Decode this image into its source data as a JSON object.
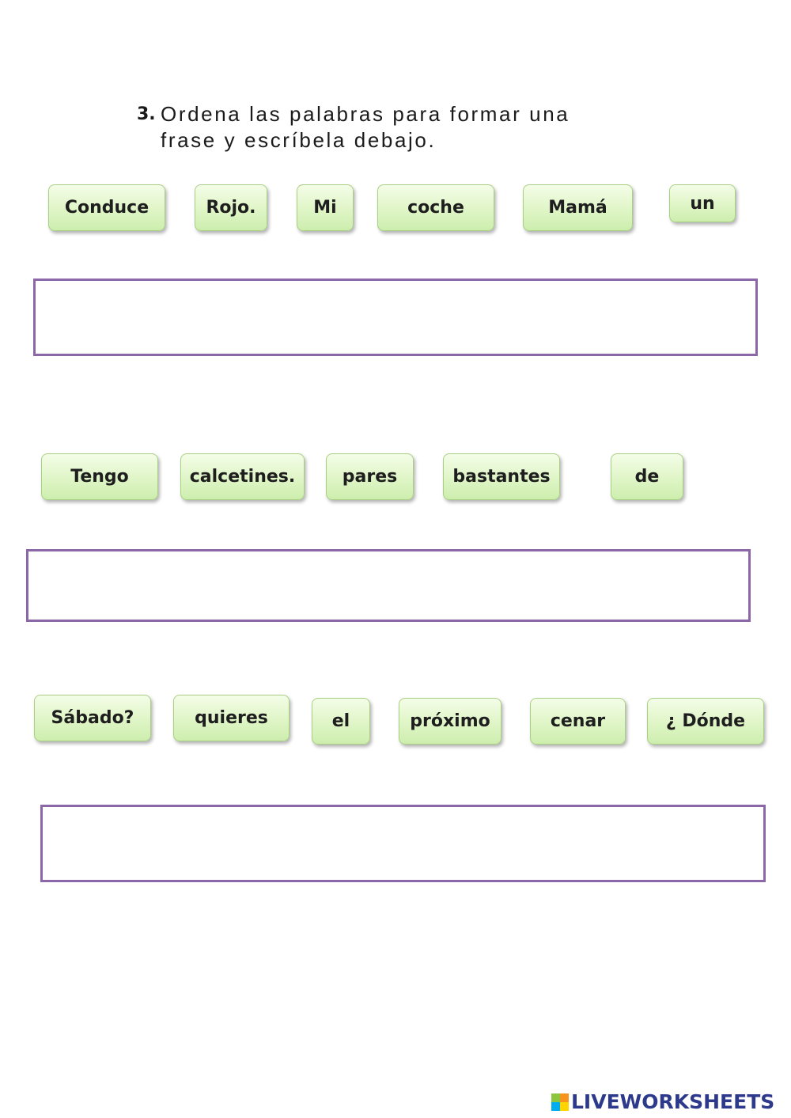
{
  "instruction": {
    "number": "3.",
    "line1": "Ordena las palabras para formar una",
    "line2": "frase y escríbela debajo."
  },
  "exercises": [
    {
      "words": [
        "Conduce",
        "Rojo.",
        "Mi",
        "coche",
        "Mamá",
        "un"
      ],
      "answer": ""
    },
    {
      "words": [
        "Tengo",
        "calcetines.",
        "pares",
        "bastantes",
        "de"
      ],
      "answer": ""
    },
    {
      "words": [
        "Sábado?",
        "quieres",
        "el",
        "próximo",
        "cenar",
        "¿ Dónde"
      ],
      "answer": ""
    }
  ],
  "branding": {
    "logo_text": "LIVEWORKSHEETS",
    "logo_icon": "liveworksheets-logo-icon",
    "colors": {
      "primary": "#2d3a8c",
      "green": "#8cc63f",
      "orange": "#f7941d",
      "blue": "#00aeef",
      "yellow": "#ffd400"
    }
  },
  "colors": {
    "tile_border": "#a9cf83",
    "tile_fill": "#dff5c6",
    "box_border": "#8c67a8"
  }
}
